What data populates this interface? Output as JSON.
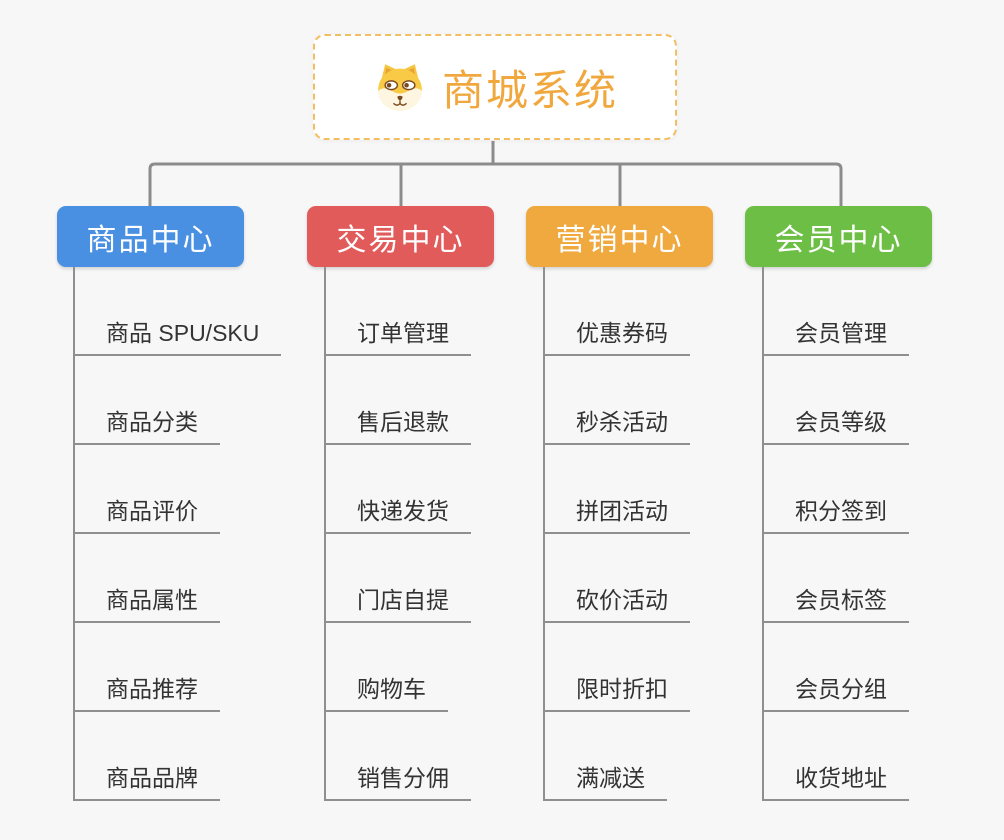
{
  "root": {
    "title": "商城系统",
    "icon": "shiba-dog-icon",
    "title_color": "#F0A83E",
    "border_color": "#F2BE62"
  },
  "connector_color": "#8C8C8C",
  "branches": [
    {
      "label": "商品中心",
      "color": "#4A90E2",
      "children": [
        "商品 SPU/SKU",
        "商品分类",
        "商品评价",
        "商品属性",
        "商品推荐",
        "商品品牌"
      ]
    },
    {
      "label": "交易中心",
      "color": "#E25B5B",
      "children": [
        "订单管理",
        "售后退款",
        "快递发货",
        "门店自提",
        "购物车",
        "销售分佣"
      ]
    },
    {
      "label": "营销中心",
      "color": "#EFA93E",
      "children": [
        "优惠券码",
        "秒杀活动",
        "拼团活动",
        "砍价活动",
        "限时折扣",
        "满减送"
      ]
    },
    {
      "label": "会员中心",
      "color": "#6CBE44",
      "children": [
        "会员管理",
        "会员等级",
        "积分签到",
        "会员标签",
        "会员分组",
        "收货地址"
      ]
    }
  ]
}
